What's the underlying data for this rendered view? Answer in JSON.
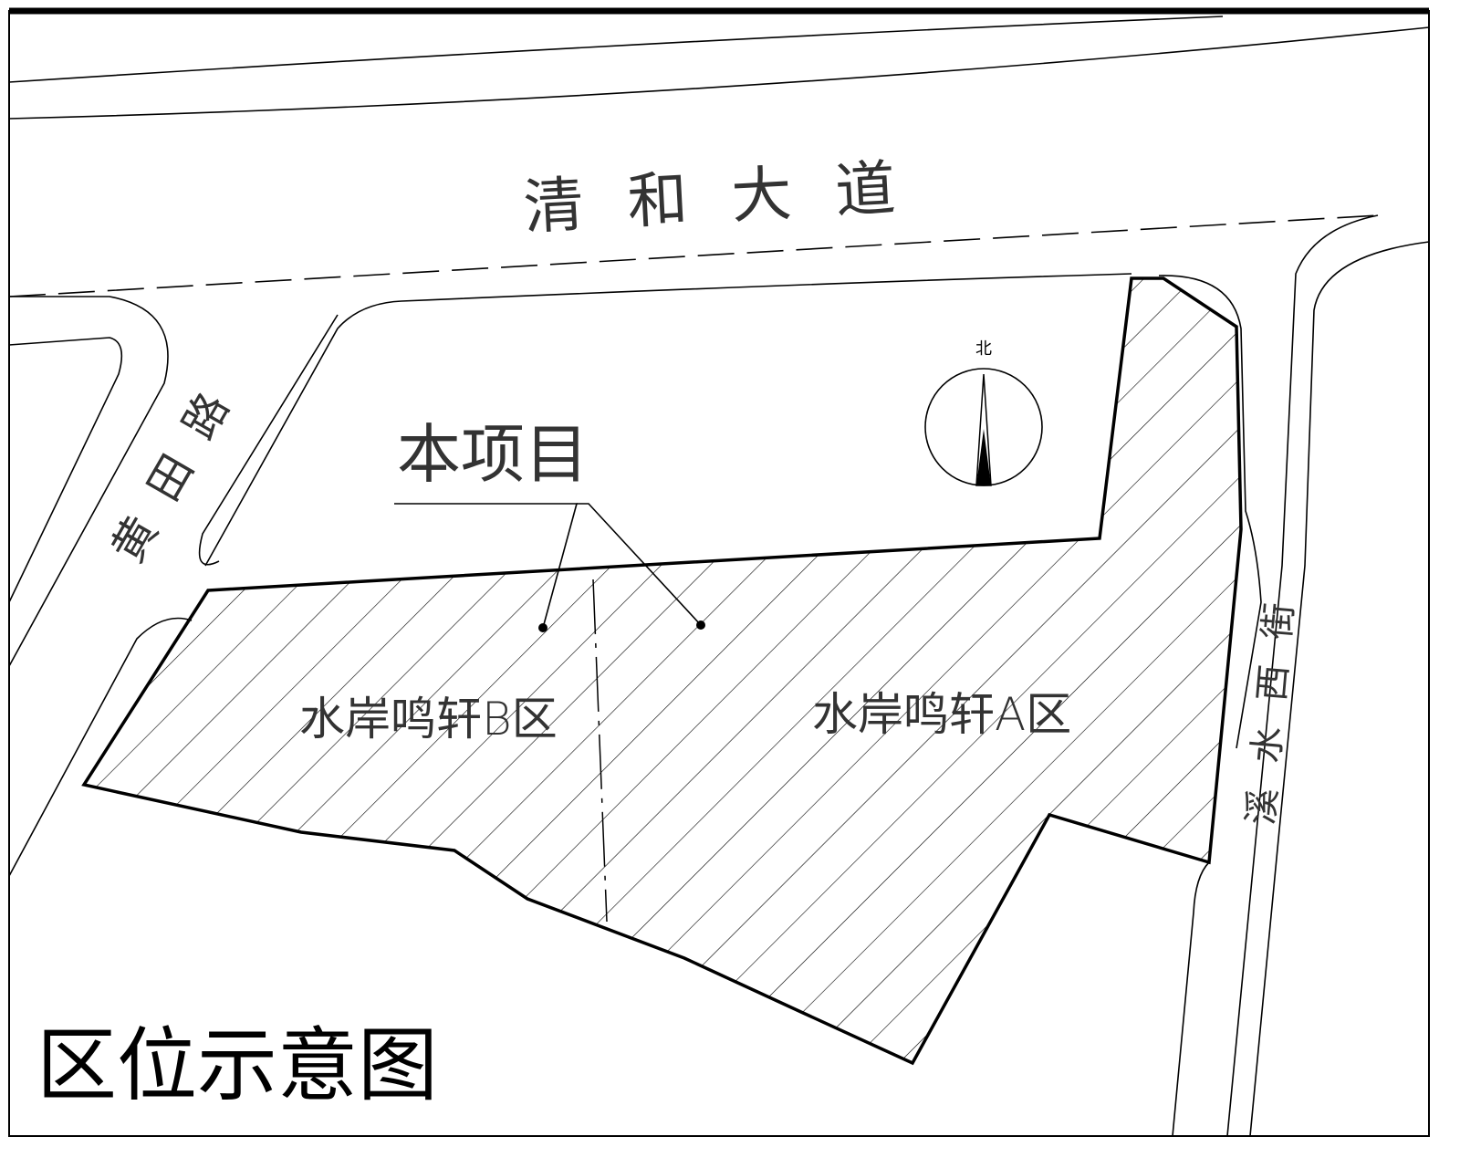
{
  "title": "区位示意图",
  "roads": {
    "main_road": "清和大道",
    "left_road": "黄田路",
    "right_road": "溪水西街"
  },
  "project_label": "本项目",
  "north_label": "北",
  "zones": {
    "zone_b": "水岸鸣轩B区",
    "zone_a": "水岸鸣轩A区"
  }
}
